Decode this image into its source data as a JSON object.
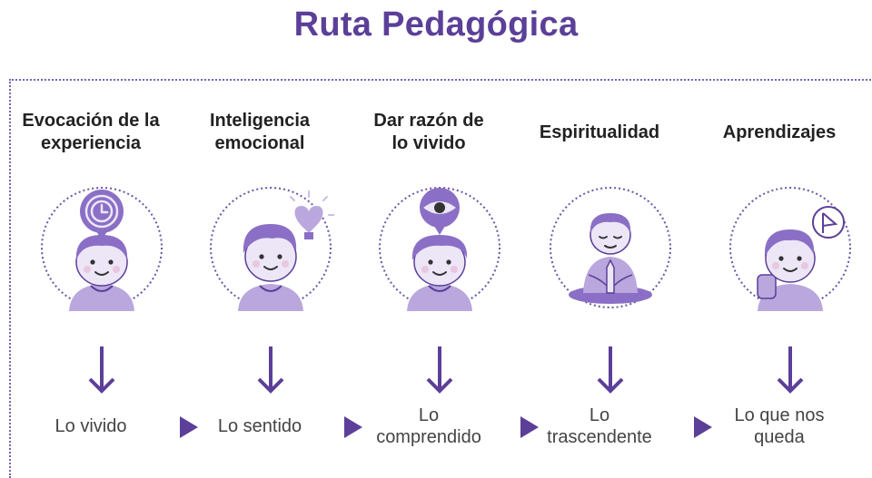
{
  "title": "Ruta Pedagógica",
  "colors": {
    "accent": "#5b3f98",
    "light": "#b9a7dd",
    "mid": "#8b6fc6",
    "text": "#222222"
  },
  "steps": [
    {
      "heading": "Evocación de la\nexperiencia",
      "result": "Lo vivido",
      "icon": "clock-thought-person-icon"
    },
    {
      "heading": "Inteligencia\nemocional",
      "result": "Lo sentido",
      "icon": "heart-bulb-person-icon"
    },
    {
      "heading": "Dar razón de\nlo vivido",
      "result": "Lo\ncomprendido",
      "icon": "eye-thought-person-icon"
    },
    {
      "heading": "Espiritualidad",
      "result": "Lo\ntrascendente",
      "icon": "meditating-person-icon"
    },
    {
      "heading": "Aprendizajes",
      "result": "Lo que nos\nqueda",
      "icon": "flag-thought-person-icon"
    }
  ]
}
